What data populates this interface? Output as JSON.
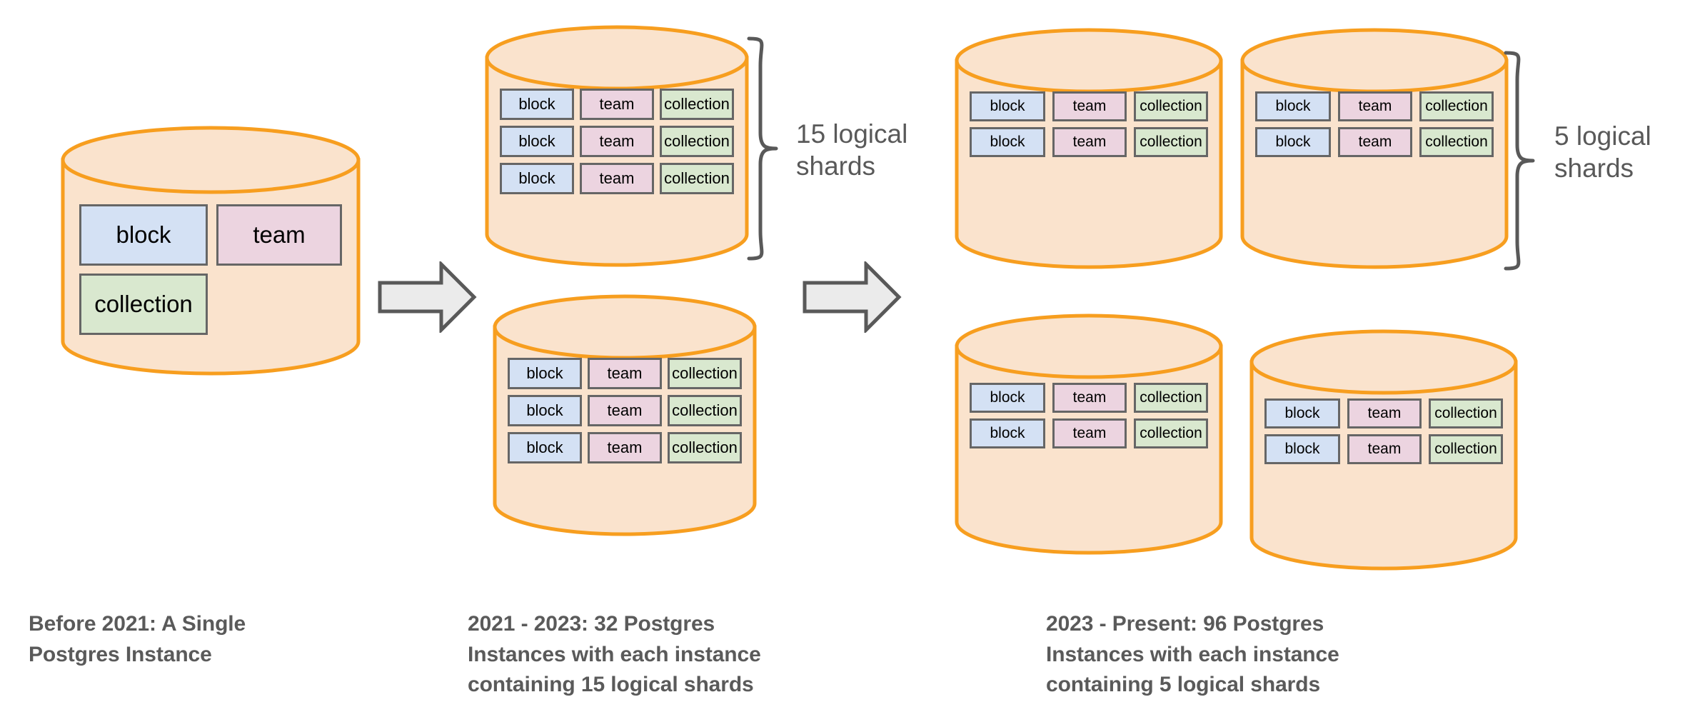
{
  "diagram": {
    "title_text_color": "#5a5a5a",
    "palette": {
      "cylinder_fill": "#fae3cd",
      "cylinder_stroke": "#f79e1f",
      "block_fill": "#d4e1f4",
      "team_fill": "#ecd4e0",
      "collection_fill": "#d9e8cf",
      "shard_stroke": "#666666",
      "arrow_fill": "#ebebeb",
      "arrow_stroke": "#595959",
      "label_color": "#595959",
      "background": "#ffffff"
    },
    "shard_labels": {
      "block": "block",
      "team": "team",
      "collection": "collection"
    },
    "stages": [
      {
        "id": "stage-1",
        "caption": "Before 2021: A Single\nPostgres Instance",
        "annotation": null,
        "cylinders": [
          {
            "id": "stage1-cylinder-1",
            "rows": [
              [
                "block",
                "team"
              ],
              [
                "collection"
              ]
            ]
          }
        ]
      },
      {
        "id": "stage-2",
        "caption": "2021 - 2023: 32 Postgres\nInstances with each instance\ncontaining 15 logical shards",
        "annotation": "15 logical\nshards",
        "cylinders": [
          {
            "id": "stage2-cylinder-1",
            "rows": [
              [
                "block",
                "team",
                "collection"
              ],
              [
                "block",
                "team",
                "collection"
              ],
              [
                "block",
                "team",
                "collection"
              ]
            ]
          },
          {
            "id": "stage2-cylinder-2",
            "rows": [
              [
                "block",
                "team",
                "collection"
              ],
              [
                "block",
                "team",
                "collection"
              ],
              [
                "block",
                "team",
                "collection"
              ]
            ]
          }
        ]
      },
      {
        "id": "stage-3",
        "caption": "2023 - Present: 96 Postgres\nInstances with each instance\ncontaining 5 logical shards",
        "annotation": "5 logical\nshards",
        "cylinders": [
          {
            "id": "stage3-cylinder-1",
            "rows": [
              [
                "block",
                "team",
                "collection"
              ],
              [
                "block",
                "team",
                "collection"
              ]
            ]
          },
          {
            "id": "stage3-cylinder-2",
            "rows": [
              [
                "block",
                "team",
                "collection"
              ],
              [
                "block",
                "team",
                "collection"
              ]
            ]
          },
          {
            "id": "stage3-cylinder-3",
            "rows": [
              [
                "block",
                "team",
                "collection"
              ],
              [
                "block",
                "team",
                "collection"
              ]
            ]
          },
          {
            "id": "stage3-cylinder-4",
            "rows": [
              [
                "block",
                "team",
                "collection"
              ],
              [
                "block",
                "team",
                "collection"
              ]
            ]
          }
        ]
      }
    ],
    "arrows": [
      {
        "id": "arrow-1",
        "from": "stage-1",
        "to": "stage-2"
      },
      {
        "id": "arrow-2",
        "from": "stage-2",
        "to": "stage-3"
      }
    ]
  }
}
